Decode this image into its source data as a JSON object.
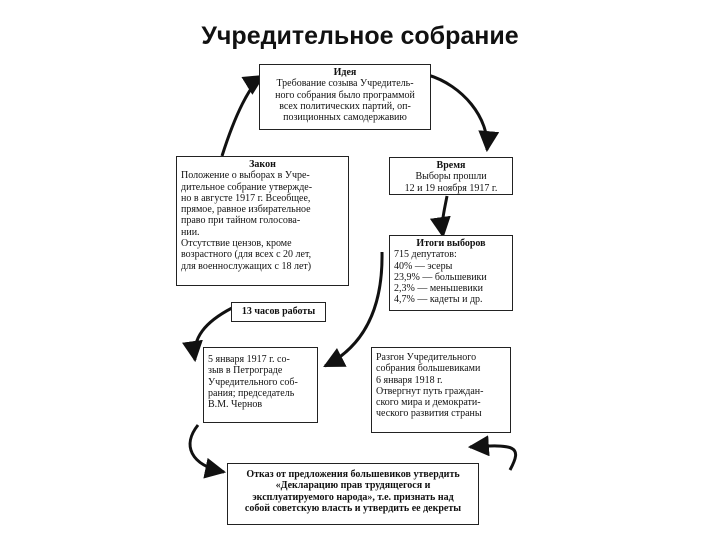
{
  "title": "Учредительное собрание",
  "boxes": {
    "idea": {
      "heading": "Идея",
      "lines": [
        "Требование созыва Учредитель-",
        "ного собрания было программой",
        "всех политических партий, оп-",
        "позиционных самодержавию"
      ]
    },
    "time": {
      "heading": "Время",
      "lines": [
        "Выборы прошли",
        "12 и 19 ноября 1917 г."
      ]
    },
    "law": {
      "heading": "Закон",
      "lines": [
        "Положение о выборах в Учре-",
        "дительное собрание утвержде-",
        "но в августе 1917 г. Всеобщее,",
        "прямое, равное избирательное",
        "право при тайном голосова-",
        "нии.",
        "Отсутствие цензов, кроме",
        "возрастного (для всех с 20 лет,",
        "для военнослужащих с 18 лет)"
      ]
    },
    "results": {
      "heading": "Итоги выборов",
      "lines": [
        "715 депутатов:",
        "40% — эсеры",
        "23,9% — большевики",
        "2,3% — меньшевики",
        "4,7% — кадеты и др."
      ]
    },
    "work": {
      "lines": [
        "13 часов работы"
      ]
    },
    "convened": {
      "lines": [
        "5 января 1917 г. со-",
        "зыв в Петрограде",
        "Учредительного соб-",
        "рания; председатель",
        "В.М. Чернов"
      ]
    },
    "dispersal": {
      "lines": [
        "Разгон Учредительного",
        "собрания большевиками",
        "6 января 1918 г.",
        "Отвергнут путь граждан-",
        "ского мира и демократи-",
        "ческого развития страны"
      ]
    },
    "refusal": {
      "lines": [
        "Отказ от предложения большевиков утвердить",
        "«Декларацию прав трудящегося и",
        "эксплуатируемого народа», т.е. признать над",
        "собой советскую власть и утвердить ее декреты"
      ]
    }
  }
}
